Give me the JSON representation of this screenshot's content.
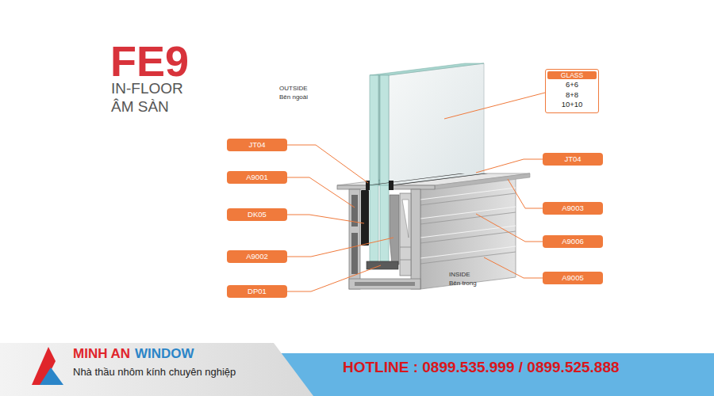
{
  "diagram": {
    "title": "FE9",
    "nodes": [
      {
        "text": [
          "GLASS",
          "6+6",
          "8+8",
          "10+10"
        ]
      },
      {
        "text": [
          "JT04"
        ]
      },
      {
        "text": [
          "JT04"
        ]
      },
      {
        "text": [
          "A9001"
        ]
      },
      {
        "text": [
          "A9003"
        ]
      },
      {
        "text": [
          "DK05"
        ]
      },
      {
        "text": [
          "A9006"
        ]
      },
      {
        "text": [
          "A9002"
        ]
      },
      {
        "text": [
          "A9005"
        ]
      },
      {
        "text": [
          "DP01"
        ]
      },
      {
        "text": [
          "MINH AN",
          "WINDOW",
          "Nhà thầu nhôm kính chuyên nghiệp",
          "HOTLINE : 0899.535.999 / 0899.525.888"
        ]
      }
    ],
    "labels": [
      "IN-FLOOR",
      "ÂM SÀN",
      "OUTSIDE",
      "Bên ngoài",
      "INSIDE",
      "Bên trong"
    ]
  }
}
